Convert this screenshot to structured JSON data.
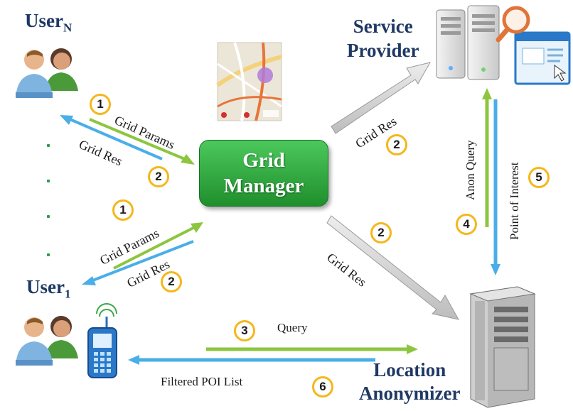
{
  "nodes": {
    "user_n": "User",
    "user_n_sub": "N",
    "user_1": "User",
    "user_1_sub": "1",
    "service_provider": "Service\nProvider",
    "grid_manager": "Grid\nManager",
    "location_anonymizer": "Location\nAnonymizer"
  },
  "edges": {
    "grid_params_top": "Grid Params",
    "grid_res_top": "Grid Res",
    "grid_params_bottom": "Grid Params",
    "grid_res_bottom": "Grid Res",
    "grid_res_sp": "Grid Res",
    "grid_res_la": "Grid Res",
    "anon_query": "Anon Query",
    "point_of_interest": "Point of Interest",
    "query": "Query",
    "filtered_poi": "Filtered POI List"
  },
  "steps": {
    "s1a": "1",
    "s2a": "2",
    "s1b": "1",
    "s2b": "2",
    "s2c": "2",
    "s2d": "2",
    "s4": "4",
    "s5": "5",
    "s3": "3",
    "s6": "6"
  },
  "colors": {
    "green_arrow": "#8cc63f",
    "blue_arrow": "#4aaee8",
    "gray_arrow": "#cfcfcf",
    "step_circle": "#f5b71b",
    "title_text": "#1f3864",
    "grid_manager_fill": "#2fae3f"
  },
  "icons": [
    "users-icon",
    "map-icon",
    "server-icon",
    "magnifier-icon",
    "browser-window-icon",
    "mobile-phone-icon",
    "tower-server-icon"
  ]
}
